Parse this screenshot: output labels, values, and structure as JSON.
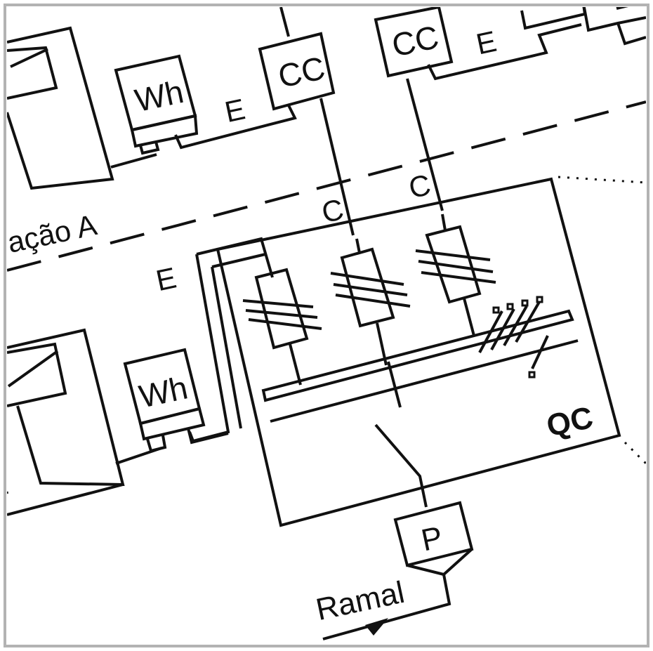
{
  "labels": {
    "wh_top": "Wh",
    "wh_bottom": "Wh",
    "cc_left": "CC",
    "cc_right": "CC",
    "e_top_left": "E",
    "e_top_right": "E",
    "e_left": "E",
    "c_left": "C",
    "c_right": "C",
    "qc": "QC",
    "p": "P",
    "ramal": "Ramal",
    "section": "ração A"
  },
  "colors": {
    "stroke": "#111111",
    "frame": "#b3b3b3",
    "background": "#ffffff"
  }
}
